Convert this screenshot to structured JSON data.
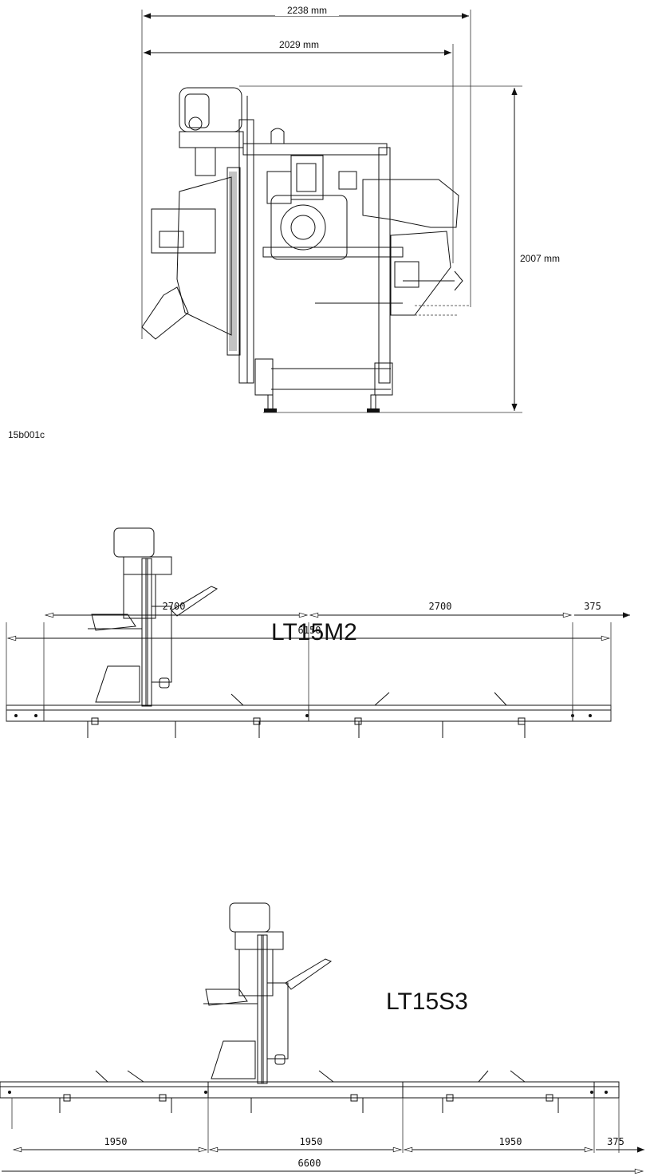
{
  "figure_id": "15b001c",
  "top_view": {
    "width_outer": "2238 mm",
    "width_inner": "2029 mm",
    "height": "2007 mm"
  },
  "lt15m2": {
    "model": "LT15M2",
    "seg1": "2700",
    "seg2": "2700",
    "end": "375",
    "total": "6150"
  },
  "lt15s3": {
    "model": "LT15S3",
    "seg1": "1950",
    "seg2": "1950",
    "seg3": "1950",
    "end": "375",
    "total": "6600"
  }
}
